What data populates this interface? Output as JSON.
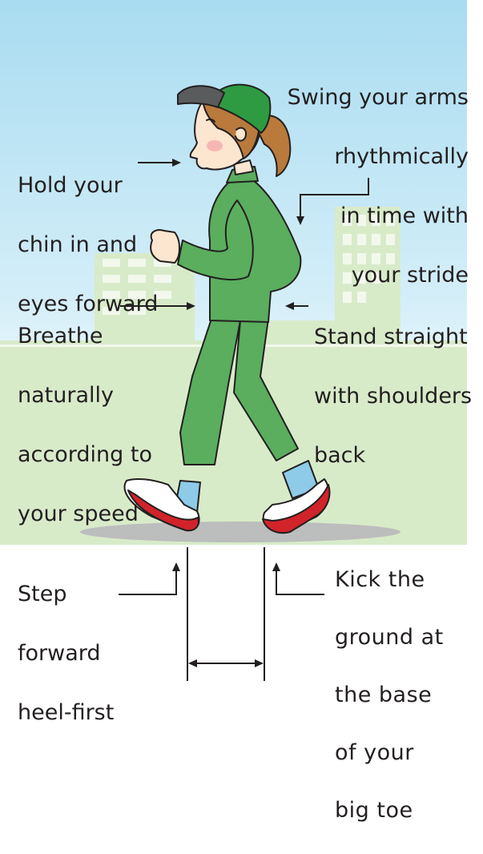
{
  "annotations": {
    "arms": [
      "Swing your arms",
      "rhythmically",
      "in time with",
      "your stride"
    ],
    "chin": [
      "Hold your",
      "chin in and",
      "eyes forward"
    ],
    "breathe": [
      "Breathe",
      "naturally",
      "according to",
      "your speed"
    ],
    "stand": [
      "Stand straight",
      "with shoulders",
      "back"
    ],
    "step": [
      "Step",
      "forward",
      "heel-first"
    ],
    "kick": [
      "Kick the",
      "ground at",
      "the base",
      "of your",
      "big toe"
    ]
  },
  "colors": {
    "sky_top": "#a9dcf1",
    "sky_bottom": "#ffffff",
    "buildings": "#d8ebc9",
    "tracksuit": "#5aae5e",
    "cap": "#2e9b43",
    "hair": "#b97a3c",
    "skin": "#fde6d0",
    "sock": "#8dcbe8",
    "shoe_sole": "#d1232a",
    "ground_shadow": "#bcbdbd",
    "text": "#231f20"
  }
}
